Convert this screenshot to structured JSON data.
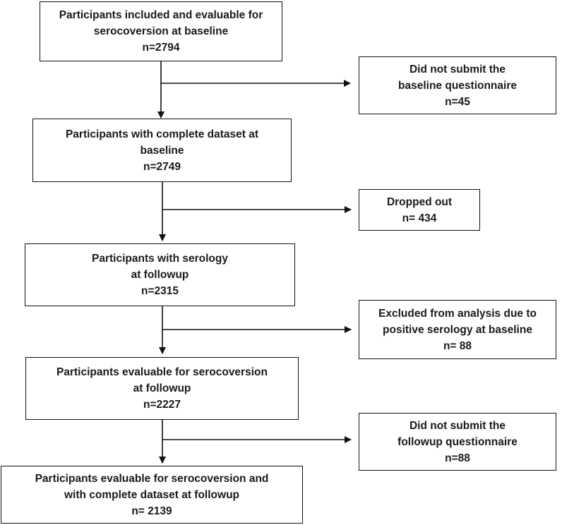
{
  "main_boxes": [
    {
      "lines": [
        "Participants included and evaluable for",
        "serocoversion at baseline",
        "n=2794"
      ]
    },
    {
      "lines": [
        "Participants with complete dataset at",
        "baseline",
        "n=2749"
      ]
    },
    {
      "lines": [
        "Participants with serology",
        "at followup",
        "n=2315"
      ]
    },
    {
      "lines": [
        "Participants evaluable for serocoversion",
        "at followup",
        "n=2227"
      ]
    },
    {
      "lines": [
        "Participants evaluable for serocoversion and",
        "with complete dataset at followup",
        "n= 2139"
      ]
    }
  ],
  "side_boxes": [
    {
      "lines": [
        "Did not submit the",
        "baseline questionnaire",
        "n=45"
      ]
    },
    {
      "lines": [
        "Dropped out",
        "n= 434"
      ]
    },
    {
      "lines": [
        "Excluded from analysis due to",
        "positive serology at baseline",
        "n= 88"
      ]
    },
    {
      "lines": [
        "Did not submit the",
        "followup questionnaire",
        "n=88"
      ]
    }
  ]
}
